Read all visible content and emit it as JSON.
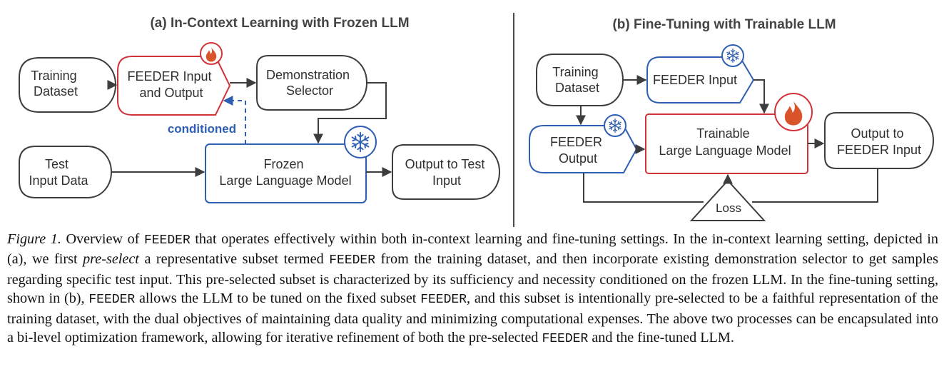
{
  "colors": {
    "red": "#d2333a",
    "blue": "#2e5fb3",
    "dark": "#3d3d3d",
    "fire": "#d9542b",
    "snow": "#2e5fb3"
  },
  "panel_a": {
    "title": "(a) In-Context Learning with Frozen LLM",
    "training_dataset": [
      "Training",
      "Dataset"
    ],
    "feeder_io": [
      "FEEDER Input",
      "and Output"
    ],
    "demo_selector": [
      "Demonstration",
      "Selector"
    ],
    "conditioned": "conditioned",
    "test_input": [
      "Test",
      "Input Data"
    ],
    "frozen_llm": [
      "Frozen",
      "Large Language Model"
    ],
    "output_test": [
      "Output to Test",
      "Input"
    ],
    "icons": [
      "fire-icon",
      "snowflake-icon"
    ]
  },
  "panel_b": {
    "title": "(b) Fine-Tuning with Trainable LLM",
    "training_dataset": [
      "Training",
      "Dataset"
    ],
    "feeder_input": "FEEDER Input",
    "feeder_output": [
      "FEEDER",
      "Output"
    ],
    "trainable_llm": [
      "Trainable",
      "Large Language Model"
    ],
    "output_feeder": [
      "Output to",
      "FEEDER Input"
    ],
    "loss": "Loss",
    "icons": [
      "snowflake-icon",
      "snowflake-icon",
      "fire-icon"
    ]
  },
  "caption": {
    "label": "Figure 1.",
    "s1": " Overview of ",
    "c1": "FEEDER",
    "s2": " that operates effectively within both in-context learning and fine-tuning settings. In the in-context learning setting, depicted in (a), we first ",
    "em1": "pre-select",
    "s3": " a representative subset termed ",
    "c2": "FEEDER",
    "s4": " from the training dataset, and then incorporate existing demonstration selector to get samples regarding specific test input. This pre-selected subset is characterized by its sufficiency and necessity conditioned on the frozen LLM. In the fine-tuning setting, shown in (b), ",
    "c3": "FEEDER",
    "s5": " allows the LLM to be tuned on the fixed subset ",
    "c4": "FEEDER",
    "s6": ", and this subset is intentionally pre-selected to be a faithful representation of the training dataset, with the dual objectives of maintaining data quality and minimizing computational expenses. The above two processes can be encapsulated into a bi-level optimization framework, allowing for iterative refinement of both the pre-selected ",
    "c5": "FEEDER",
    "s7": " and the fine-tuned LLM."
  }
}
